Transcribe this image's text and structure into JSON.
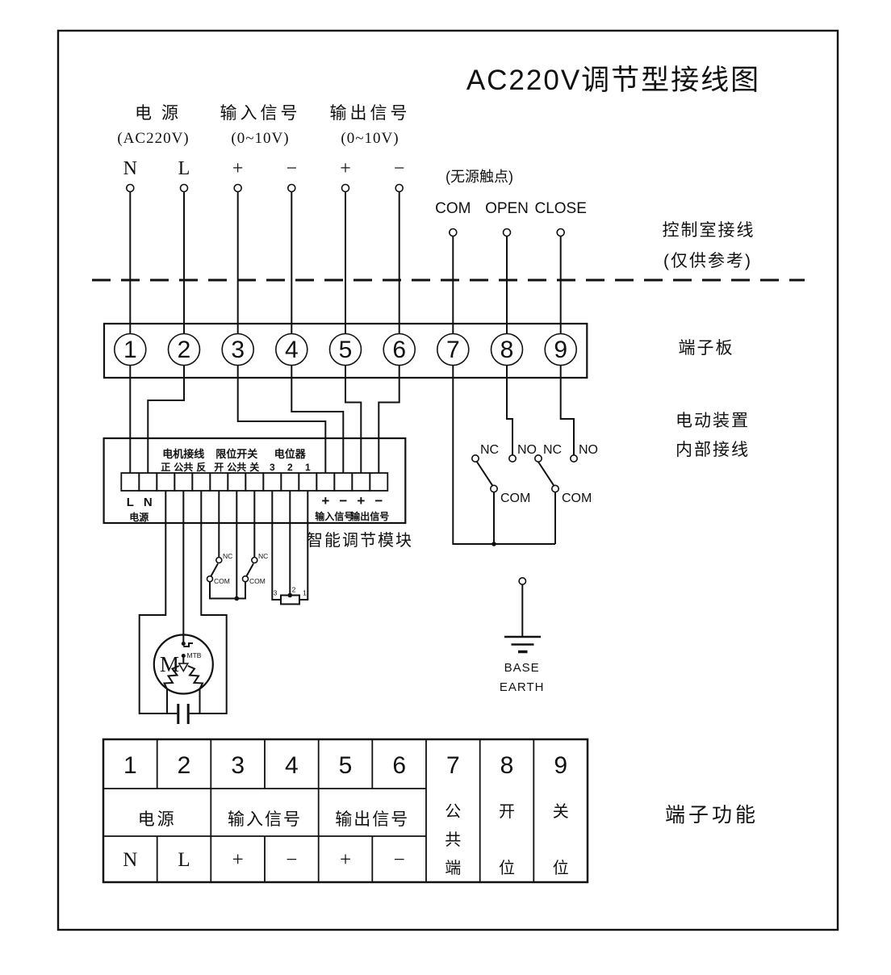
{
  "title": "AC220V调节型接线图",
  "top": {
    "groups": [
      {
        "label": "电源",
        "sub": "(AC220V)"
      },
      {
        "label": "输入信号",
        "sub": "(0~10V)"
      },
      {
        "label": "输出信号",
        "sub": "(0~10V)"
      }
    ],
    "pins": [
      "N",
      "L",
      "+",
      "−",
      "+",
      "−"
    ],
    "passive_note": "(无源触点)",
    "contacts": [
      "COM",
      "OPEN",
      "CLOSE"
    ]
  },
  "annotations": {
    "control_room_line1": "控制室接线",
    "control_room_line2": "(仅供参考)",
    "terminal_board": "端子板",
    "device_line1": "电动装置",
    "device_line2": "内部接线",
    "module_label": "智能调节模块",
    "terminal_function": "端子功能"
  },
  "board": {
    "numbers": [
      "1",
      "2",
      "3",
      "4",
      "5",
      "6",
      "7",
      "8",
      "9"
    ]
  },
  "module": {
    "group_labels": [
      "电机接线",
      "限位开关",
      "电位器"
    ],
    "pin_labels": [
      "正",
      "公共",
      "反",
      "开",
      "公共",
      "关",
      "3",
      "2",
      "1"
    ],
    "power_pins": [
      "L",
      "N"
    ],
    "power_label": "电源",
    "signal_pins": [
      "+",
      "−",
      "+",
      "−"
    ],
    "signal_labels": [
      "输入信号",
      "输出信号"
    ]
  },
  "limit_switches": [
    {
      "nc": "NC",
      "com": "COM"
    },
    {
      "nc": "NC",
      "com": "COM"
    }
  ],
  "potentiometer": {
    "pins": [
      "3",
      "2",
      "1"
    ]
  },
  "motor": {
    "label": "M",
    "protector": "MTB"
  },
  "output_contacts": [
    {
      "nc": "NC",
      "no": "NO",
      "com": "COM"
    },
    {
      "nc": "NC",
      "no": "NO",
      "com": "COM"
    }
  ],
  "ground": {
    "line1": "BASE",
    "line2": "EARTH"
  },
  "table": {
    "numbers": [
      "1",
      "2",
      "3",
      "4",
      "5",
      "6",
      "7",
      "8",
      "9"
    ],
    "groups": [
      "电源",
      "输入信号",
      "输出信号"
    ],
    "col7": [
      "公",
      "共",
      "端"
    ],
    "col8": [
      "开",
      "位"
    ],
    "col9": [
      "关",
      "位"
    ],
    "pins": [
      "N",
      "L",
      "+",
      "−",
      "+",
      "−"
    ]
  }
}
